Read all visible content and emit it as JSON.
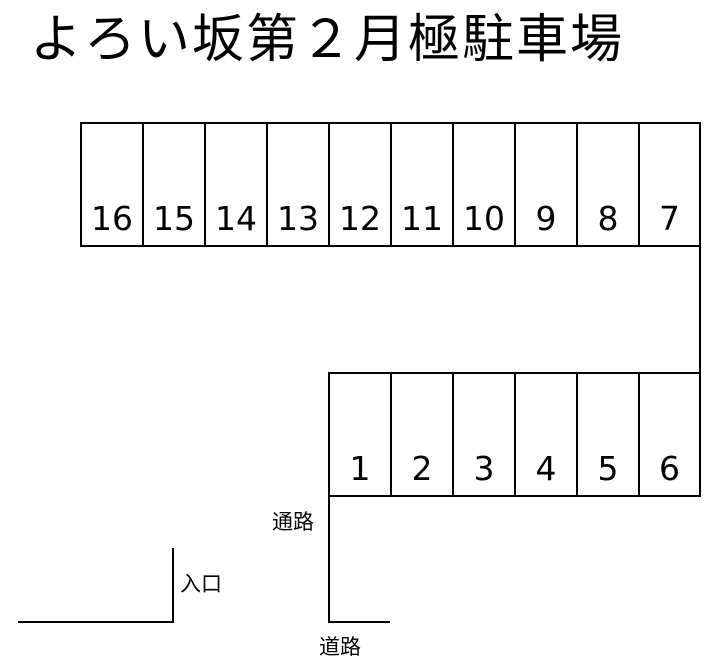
{
  "title": "よろい坂第２月極駐車場",
  "top_row": [
    "16",
    "15",
    "14",
    "13",
    "12",
    "11",
    "10",
    "9",
    "8",
    "7"
  ],
  "bottom_row": [
    "1",
    "2",
    "3",
    "4",
    "5",
    "6"
  ],
  "labels": {
    "aisle": "通路",
    "entrance": "入口",
    "road": "道路"
  }
}
